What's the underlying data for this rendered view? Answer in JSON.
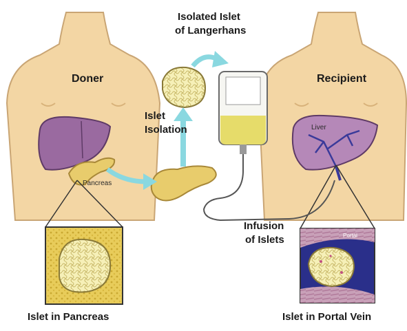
{
  "labels": {
    "isolated_islet_line1": "Isolated Islet",
    "isolated_islet_line2": "of Langerhans",
    "doner": "Doner",
    "recipient": "Recipient",
    "islet_isolation_line1": "Islet",
    "islet_isolation_line2": "Isolation",
    "pancreas": "Pancreas",
    "liver": "Liver",
    "infusion_line1": "Infusion",
    "infusion_line2": "of Islets",
    "islet_in_pancreas": "Islet in Pancreas",
    "islet_in_portal_vein": "Islet in Portal Vein",
    "portal_vein_small": "Portal"
  },
  "colors": {
    "skin": "#f3d6a4",
    "skin_outline": "#c9a574",
    "liver": "#9a6aa0",
    "pancreas": "#e8cc6c",
    "islet_fill": "#f6f0b8",
    "arrow": "#8ad8e0",
    "bag_fluid": "#e6dc6a",
    "vein_blue": "#2a2f8a"
  }
}
